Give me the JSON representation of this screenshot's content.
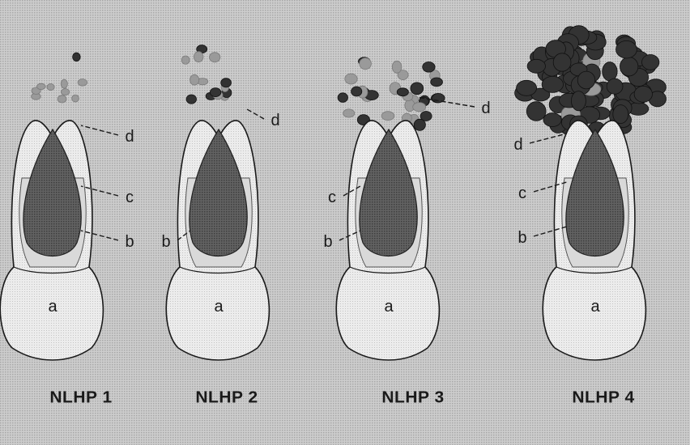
{
  "figure": {
    "stages": [
      {
        "title": "NLHP 1",
        "labels": [
          "a",
          "b",
          "c",
          "d"
        ]
      },
      {
        "title": "NLHP 2",
        "labels": [
          "a",
          "b",
          "d"
        ]
      },
      {
        "title": "NLHP 3",
        "labels": [
          "a",
          "b",
          "c",
          "d"
        ]
      },
      {
        "title": "NLHP 4",
        "labels": [
          "a",
          "b",
          "c",
          "d"
        ]
      }
    ],
    "colors": {
      "background": "#c6c6c6",
      "cell_fill": "#e6e6e6",
      "nucleus_fill": "#5a5a5a",
      "droplet_dark": "#333333",
      "outline": "#1a1a1a"
    }
  }
}
